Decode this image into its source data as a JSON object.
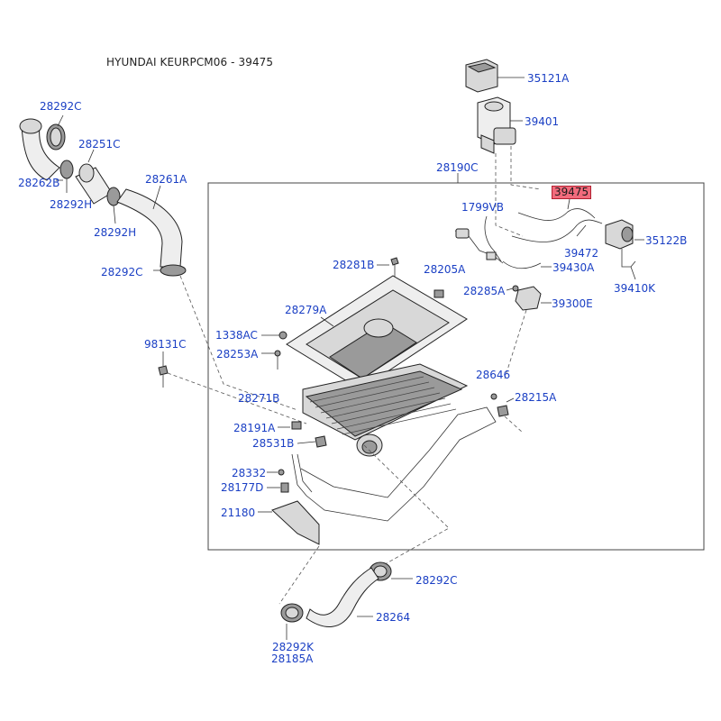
{
  "title": "HYUNDAI KEURPCM06 - 39475",
  "highlight_color": "#f26b7c",
  "label_color": "#1a3fc4",
  "labels": {
    "p35121A": "35121A",
    "p39401": "39401",
    "p28292C_top": "28292C",
    "p28251C": "28251C",
    "p28262B": "28262B",
    "p28292H_1": "28292H",
    "p28261A": "28261A",
    "p28292H_2": "28292H",
    "p28292C_mid": "28292C",
    "p28190C": "28190C",
    "p39475": "39475",
    "p1799VB": "1799VB",
    "p35122B": "35122B",
    "p39472": "39472",
    "p39430A": "39430A",
    "p39410K": "39410K",
    "p28281B": "28281B",
    "p28205A": "28205A",
    "p28285A": "28285A",
    "p39300E": "39300E",
    "p28279A": "28279A",
    "p1338AC": "1338AC",
    "p98131C": "98131C",
    "p28253A": "28253A",
    "p28646": "28646",
    "p28215A": "28215A",
    "p28271B": "28271B",
    "p28191A": "28191A",
    "p28531B": "28531B",
    "p28332": "28332",
    "p28177D": "28177D",
    "p21180": "21180",
    "p28292C_bot": "28292C",
    "p28264": "28264",
    "p28292K": "28292K",
    "p28185A": "28185A"
  }
}
